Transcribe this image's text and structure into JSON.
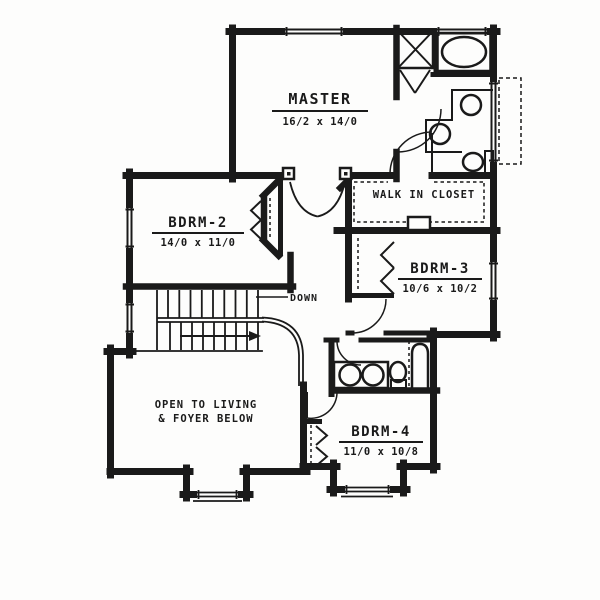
{
  "floor_plan": {
    "background": "#fdfdfc",
    "ink_color": "#1a1a1a",
    "rooms": {
      "master": {
        "name": "MASTER",
        "dims": "16/2 x 14/0"
      },
      "bdrm2": {
        "name": "BDRM-2",
        "dims": "14/0 x 11/0"
      },
      "bdrm3": {
        "name": "BDRM-3",
        "dims": "10/6 x 10/2"
      },
      "bdrm4": {
        "name": "BDRM-4",
        "dims": "11/0 x 10/8"
      },
      "walk_in_closet": {
        "name": "WALK IN CLOSET"
      },
      "open_below": {
        "line1": "OPEN TO LIVING",
        "line2": "& FOYER BELOW"
      },
      "stair": {
        "label": "DOWN"
      }
    },
    "fixtures": {
      "master_bath": [
        "shower-icon",
        "tub-icon",
        "double-sink-icon",
        "toilet-icon"
      ],
      "hall_bath": [
        "tub-icon",
        "double-sink-icon",
        "toilet-icon"
      ]
    }
  }
}
